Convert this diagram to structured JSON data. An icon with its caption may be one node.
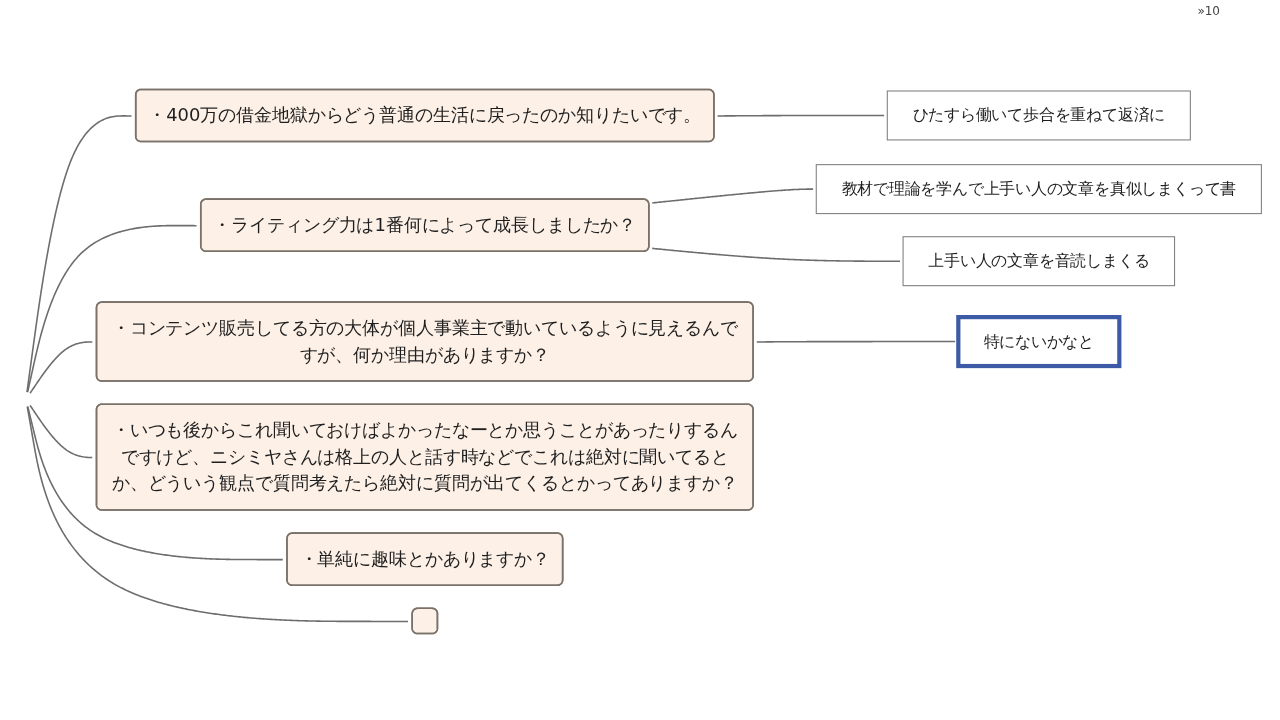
{
  "diagram": {
    "nodes": [
      {
        "text": [
          "・400万の借金地獄からどう普通の生活に戻ったのか知りたいです。"
        ]
      },
      {
        "text": [
          "ひたすら働いて歩合を重ねて返済に"
        ]
      },
      {
        "text": [
          "・ライティング力は1番何によって成長しましたか？"
        ]
      },
      {
        "text": [
          "教材で理論を学んで上手い人の文章を真似しまくって書"
        ]
      },
      {
        "text": [
          "上手い人の文章を音読しまくる"
        ]
      },
      {
        "text": [
          "・コンテンツ販売してる方の大体が個人事業主で動いているように見えるんですが、何か理由がありますか？"
        ]
      },
      {
        "text": [
          "特にないかなと"
        ]
      },
      {
        "text": [
          "・いつも後からこれ聞いておけばよかったなーとか思うことがあったりするんですけど、ニシミヤさんは格上の人と話す時などでこれは絶対に聞いてるとか、どういう観点で質問考えたら絶対に質問が出てくるとかってありますか？"
        ]
      },
      {
        "text": [
          "・単純に趣味とかありますか？"
        ]
      },
      {
        "text": [],
        "shape": "box"
      }
    ],
    "edges": [
      {
        "from": null,
        "to": 0,
        "arrow": "none"
      },
      {
        "from": 0,
        "to": 1,
        "arrow": "none"
      },
      {
        "from": null,
        "to": 2,
        "arrow": "none"
      },
      {
        "from": 2,
        "to": 3,
        "arrow": "none"
      },
      {
        "from": 2,
        "to": 4,
        "arrow": "none"
      },
      {
        "from": null,
        "to": 5,
        "arrow": "none"
      },
      {
        "from": 5,
        "to": 6,
        "arrow": "none"
      },
      {
        "from": null,
        "to": 7,
        "arrow": "none"
      },
      {
        "from": null,
        "to": 8,
        "arrow": "none"
      },
      {
        "from": null,
        "to": 9,
        "arrow": "none"
      }
    ],
    "labels": [
      "»10"
    ]
  }
}
